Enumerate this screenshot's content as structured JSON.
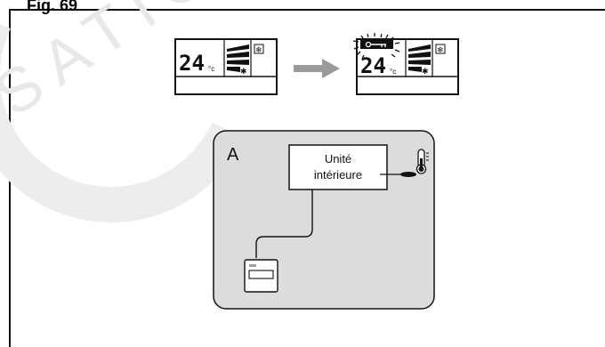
{
  "figure": {
    "title": "Fig. 69",
    "watermark": "SATION E"
  },
  "remote_before": {
    "temperature": "24",
    "unit": "°c"
  },
  "remote_after": {
    "temperature": "24",
    "unit": "°c",
    "lock_icon": "key-icon"
  },
  "arrow": {
    "color": "#9a9a9a"
  },
  "diagram": {
    "label": "A",
    "unit_label_line1": "Unité",
    "unit_label_line2": "intérieure",
    "panel_color": "#dcdcdc",
    "sensor_icon": "thermometer-icon",
    "controller_icon": "wired-remote-icon"
  }
}
